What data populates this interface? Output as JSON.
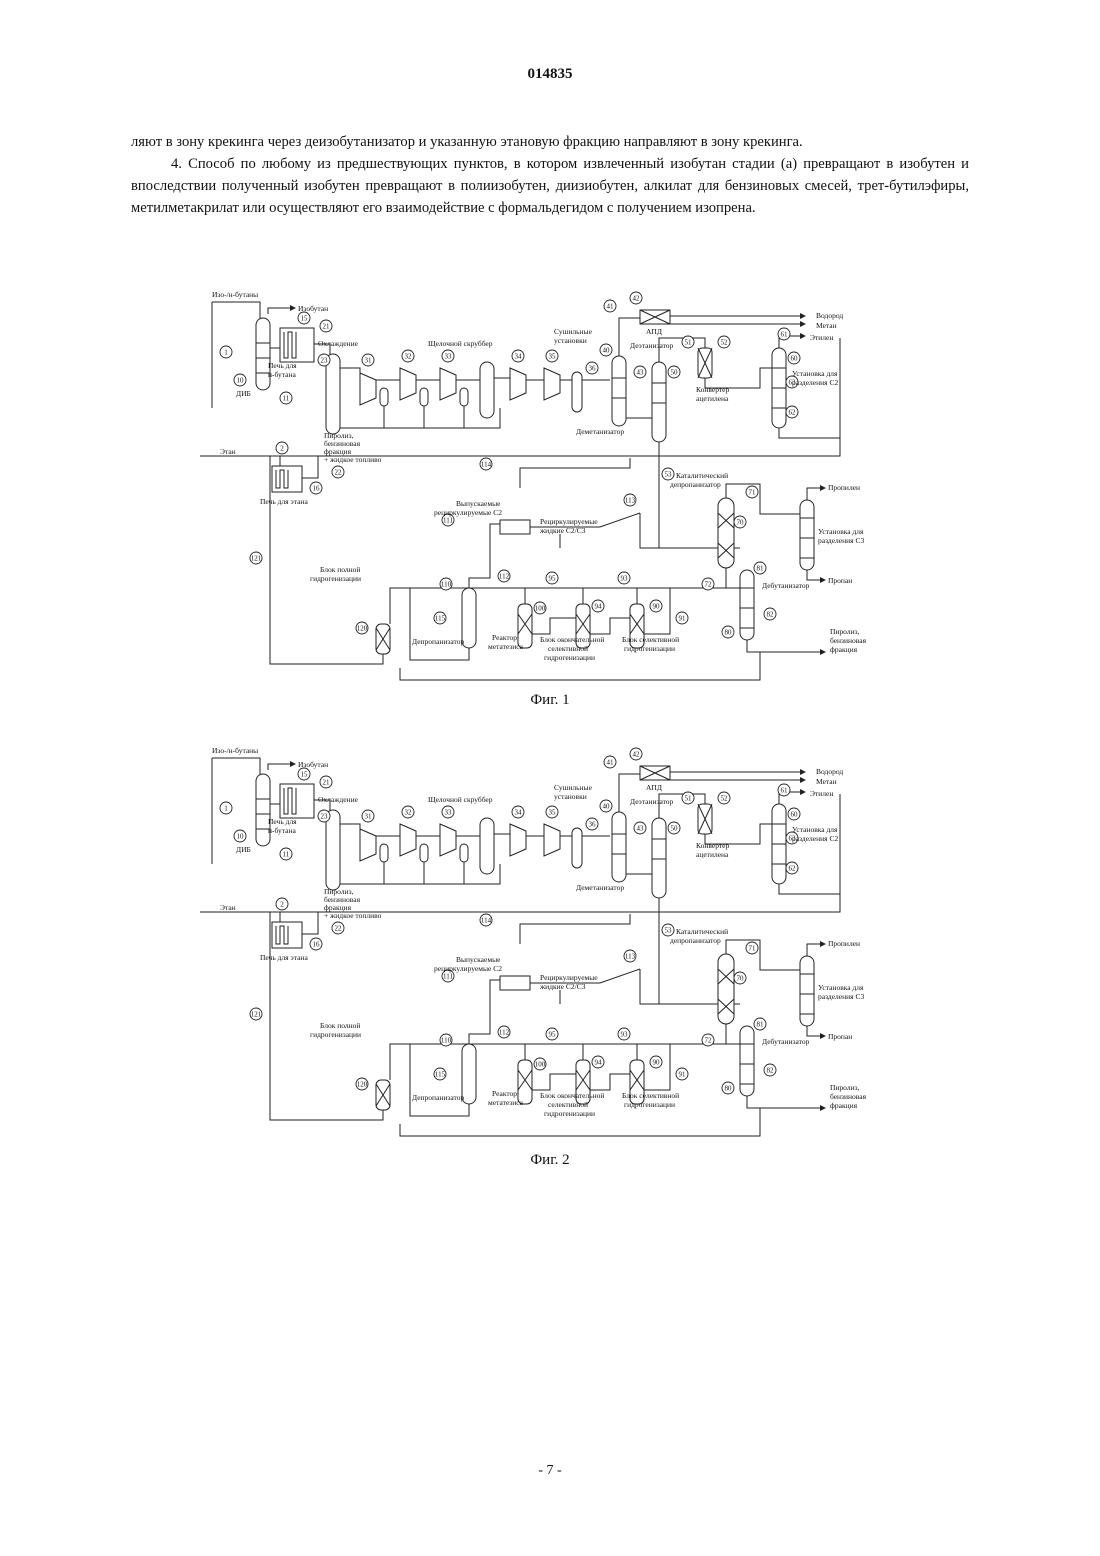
{
  "page_number": "014835",
  "paragraphs": [
    "ляют в зону крекинга через деизобутанизатор и указанную этановую фракцию направляют в зону крекинга.",
    "4. Способ по любому из предшествующих пунктов, в котором извлеченный изобутан стадии (а) превращают в изобутен и впоследствии полученный изобутен превращают в полиизобутен, диизиобутен, алкилат для бензиновых смесей, трет-бутилэфиры, метилметакрилат или осуществляют его взаимодействие с формальдегидом с получением изопрена."
  ],
  "figures": [
    {
      "caption": "Фиг. 1",
      "labels": {
        "feed_butanes": "Изо-/н-бутаны",
        "isobutane": "Изобутан",
        "cooling": "Охлаждение",
        "furnace_nbutane_1": "Печь для",
        "furnace_nbutane_2": "н-бутана",
        "dib": "ДИБ",
        "caustic": "Щелочной скруббер",
        "dryers_1": "Сушильные",
        "dryers_2": "установки",
        "hydrogen": "Водород",
        "methane": "Метан",
        "ethylene": "Этилен",
        "apd": "АПД",
        "deethanizer": "Деэтанизатор",
        "acet_conv_1": "Конвертер",
        "acet_conv_2": "ацетилена",
        "c2_sep_1": "Установка для",
        "c2_sep_2": "разделения С2",
        "pyro_1": "Пиролиз,",
        "pyro_2": "бензиновая",
        "pyro_3": "фракция",
        "demethanizer": "Деметанизатор",
        "ethane": "Этан",
        "fuel": "+ жидкое топливо",
        "ethane_furnace": "Печь для этана",
        "purge_1": "Выпускаемые",
        "purge_2": "рециркулируемые С2",
        "cat_deprop_1": "Каталитический",
        "cat_deprop_2": "депропанизатор",
        "propylene": "Пропилен",
        "recyc_1": "Рециркулируемые",
        "recyc_2": "жидкие С2/С3",
        "c3_sep_1": "Установка для",
        "c3_sep_2": "разделения С3",
        "propane": "Пропан",
        "full_hydro_1": "Блок полной",
        "full_hydro_2": "гидрогенизации",
        "debutanizer": "Дебутанизатор",
        "depropanizer": "Депропанизатор",
        "metathesis_1": "Реактор",
        "metathesis_2": "метатезиса",
        "final_hydro_1": "Блок окончательной",
        "final_hydro_2": "селективной",
        "final_hydro_3": "гидрогенизации",
        "sel_hydro_1": "Блок селективной",
        "sel_hydro_2": "гидрогенизации",
        "pyro_out_1": "Пиролиз,",
        "pyro_out_2": "бензиновая",
        "pyro_out_3": "фракция"
      },
      "numbers": [
        "1",
        "10",
        "11",
        "15",
        "21",
        "23",
        "2",
        "22",
        "16",
        "31",
        "32",
        "33",
        "34",
        "35",
        "36",
        "40",
        "41",
        "42",
        "43",
        "50",
        "51",
        "52",
        "53",
        "61",
        "60",
        "62",
        "63",
        "70",
        "71",
        "72",
        "80",
        "81",
        "82",
        "90",
        "91",
        "93",
        "94",
        "95",
        "100",
        "110",
        "111",
        "112",
        "113",
        "114",
        "115",
        "120",
        "121"
      ]
    },
    {
      "caption": "Фиг. 2",
      "labels": {
        "feed_butanes": "Изо-/н-бутаны",
        "isobutane": "Изобутан",
        "cooling": "Охлаждение",
        "furnace_nbutane_1": "Печь для",
        "furnace_nbutane_2": "н-бутана",
        "dib": "ДИБ",
        "caustic": "Щелочной скруббер",
        "dryers_1": "Сушильные",
        "dryers_2": "установки",
        "hydrogen": "Водород",
        "methane": "Метан",
        "ethylene": "Этилен",
        "apd": "АПД",
        "deethanizer": "Деэтанизатор",
        "acet_conv_1": "Конвертер",
        "acet_conv_2": "ацетилена",
        "c2_sep_1": "Установка для",
        "c2_sep_2": "разделения С2",
        "pyro_1": "Пиролиз,",
        "pyro_2": "бензиновая",
        "pyro_3": "фракция",
        "demethanizer": "Деметанизатор",
        "ethane": "Этан",
        "fuel": "+ жидкое топливо",
        "ethane_furnace": "Печь для этана",
        "purge_1": "Выпускаемые",
        "purge_2": "рециркулируемые С2",
        "cat_deprop_1": "Каталитический",
        "cat_deprop_2": "депропанизатор",
        "propylene": "Пропилен",
        "recyc_1": "Рециркулируемые",
        "recyc_2": "жидкие С2/С3",
        "c3_sep_1": "Установка для",
        "c3_sep_2": "разделения С3",
        "propane": "Пропан",
        "full_hydro_1": "Блок полной",
        "full_hydro_2": "гидрогенизации",
        "debutanizer": "Дебутанизатор",
        "depropanizer": "Депропанизатор",
        "metathesis_1": "Реактор",
        "metathesis_2": "метатезиса",
        "final_hydro_1": "Блок окончательной",
        "final_hydro_2": "селективной",
        "final_hydro_3": "гидрогенизации",
        "sel_hydro_1": "Блок селективной",
        "sel_hydro_2": "гидрогенизации",
        "pyro_out_1": "Пиролиз,",
        "pyro_out_2": "бензиновая",
        "pyro_out_3": "фракция"
      },
      "numbers": [
        "1",
        "10",
        "11",
        "15",
        "21",
        "23",
        "2",
        "22",
        "16",
        "31",
        "32",
        "33",
        "34",
        "35",
        "36",
        "40",
        "41",
        "42",
        "43",
        "50",
        "51",
        "52",
        "53",
        "61",
        "60",
        "62",
        "63",
        "70",
        "71",
        "72",
        "80",
        "81",
        "82",
        "90",
        "91",
        "93",
        "94",
        "95",
        "100",
        "110",
        "111",
        "112",
        "113",
        "114",
        "115",
        "120",
        "121"
      ]
    }
  ],
  "footer": "- 7 -"
}
